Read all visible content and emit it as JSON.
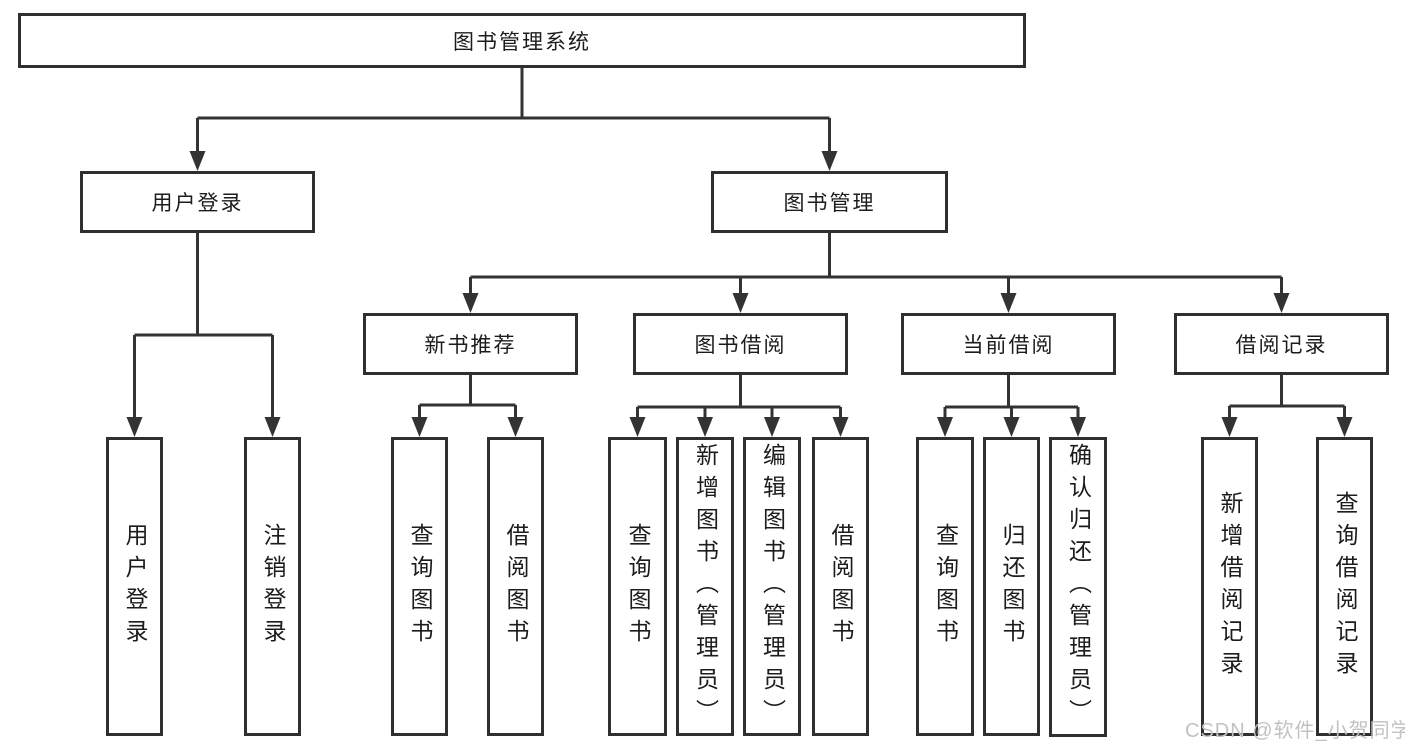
{
  "tree": {
    "label": "图书管理系统",
    "branches": [
      {
        "label": "用户登录",
        "children": [
          "用户登录",
          "注销登录"
        ]
      },
      {
        "label": "图书管理",
        "sections": [
          {
            "label": "新书推荐",
            "children": [
              "查询图书",
              "借阅图书"
            ]
          },
          {
            "label": "图书借阅",
            "children": [
              "查询图书",
              "新增图书（管理员）",
              "编辑图书（管理员）",
              "借阅图书"
            ]
          },
          {
            "label": "当前借阅",
            "children": [
              "查询图书",
              "归还图书",
              "确认归还（管理员）"
            ]
          },
          {
            "label": "借阅记录",
            "children": [
              "新增借阅记录",
              "查询借阅记录"
            ]
          }
        ]
      }
    ]
  },
  "watermark": "CSDN @软件_小贺同学",
  "colors": {
    "line": "#333333",
    "text": "#1c1c1c",
    "watermark": "#c2c2c2",
    "background": "#ffffff"
  }
}
